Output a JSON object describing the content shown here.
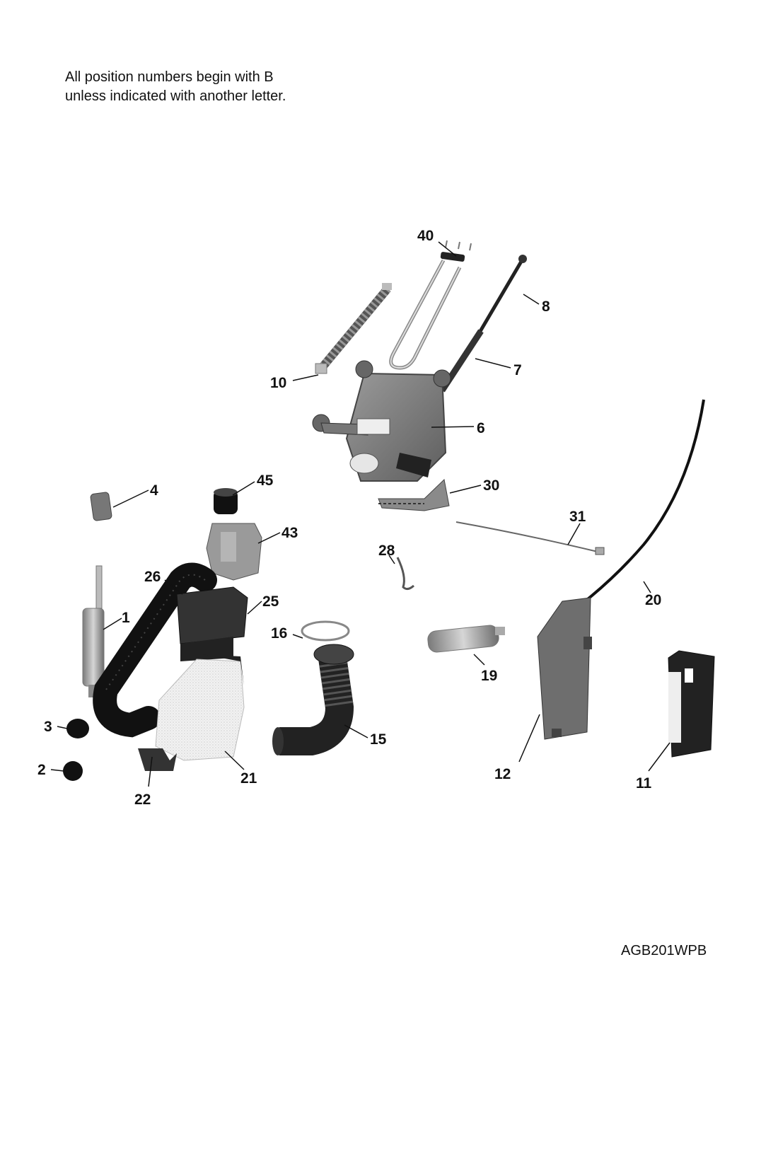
{
  "note": {
    "line1": "All position numbers begin with B",
    "line2": "unless indicated with another letter."
  },
  "model_code": "AGB201WPB",
  "callouts": [
    "40",
    "8",
    "7",
    "10",
    "6",
    "30",
    "4",
    "45",
    "43",
    "31",
    "28",
    "26",
    "1",
    "25",
    "16",
    "20",
    "19",
    "3",
    "15",
    "12",
    "11",
    "2",
    "21",
    "22"
  ]
}
